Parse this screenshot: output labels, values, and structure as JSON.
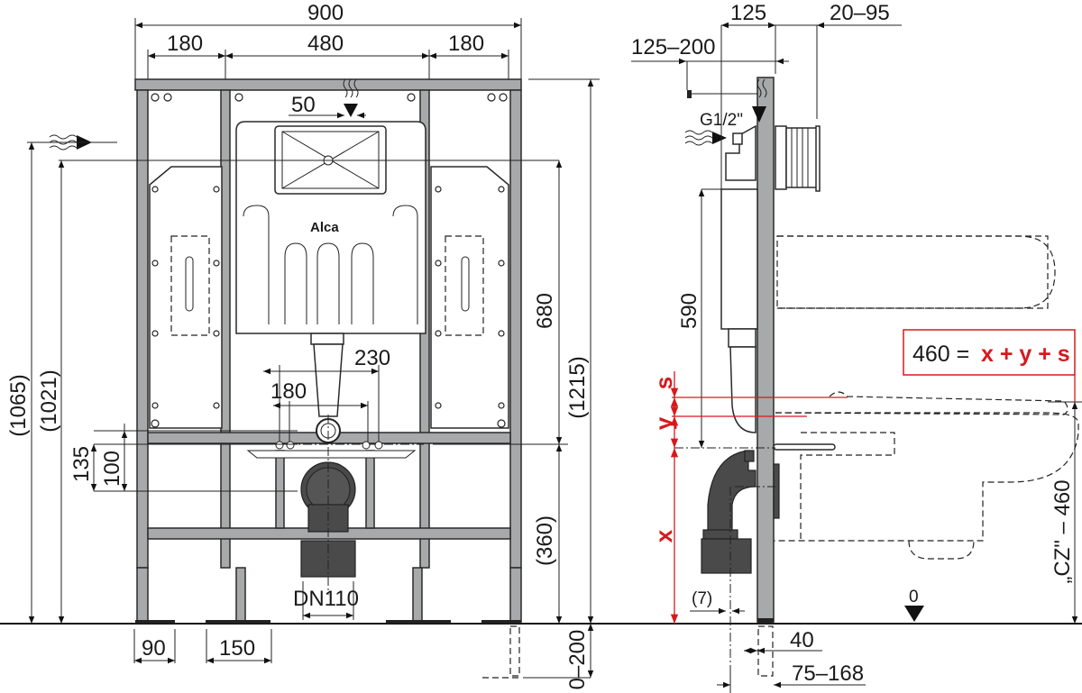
{
  "front_view": {
    "width_total": "900",
    "width_left": "180",
    "width_center": "480",
    "width_right": "180",
    "flush_offset": "50",
    "height_cistern": "680",
    "height_total": "(1215)",
    "height_inlet": "(1065)",
    "height_flush": "(1021)",
    "bolt_spacing_outer": "230",
    "bolt_spacing_inner": "180",
    "drain_height_upper": "135",
    "drain_height_lower": "100",
    "drain_height_floor": "(360)",
    "drain_pipe": "DN110",
    "foot_width": "90",
    "foot_spacing": "150",
    "leg_extension": "0–200",
    "brand_logo": "Alca"
  },
  "side_view": {
    "depth_frame": "125",
    "depth_flush": "20–95",
    "depth_inlet": "125–200",
    "inlet_thread": "G1/2\"",
    "height_590": "590",
    "var_s": "s",
    "var_y": "y",
    "var_x": "x",
    "formula_prefix": "460 =",
    "formula_vars": "x + y + s",
    "seat_height": "„CZ\" – 460",
    "offset_7": "(7)",
    "floor_zero": "0",
    "leg_width": "40",
    "drain_offset": "75–168"
  },
  "colors": {
    "frame": "#a7a9ab",
    "accent_red": "#d7191c",
    "pipe": "#4a4a4a"
  }
}
